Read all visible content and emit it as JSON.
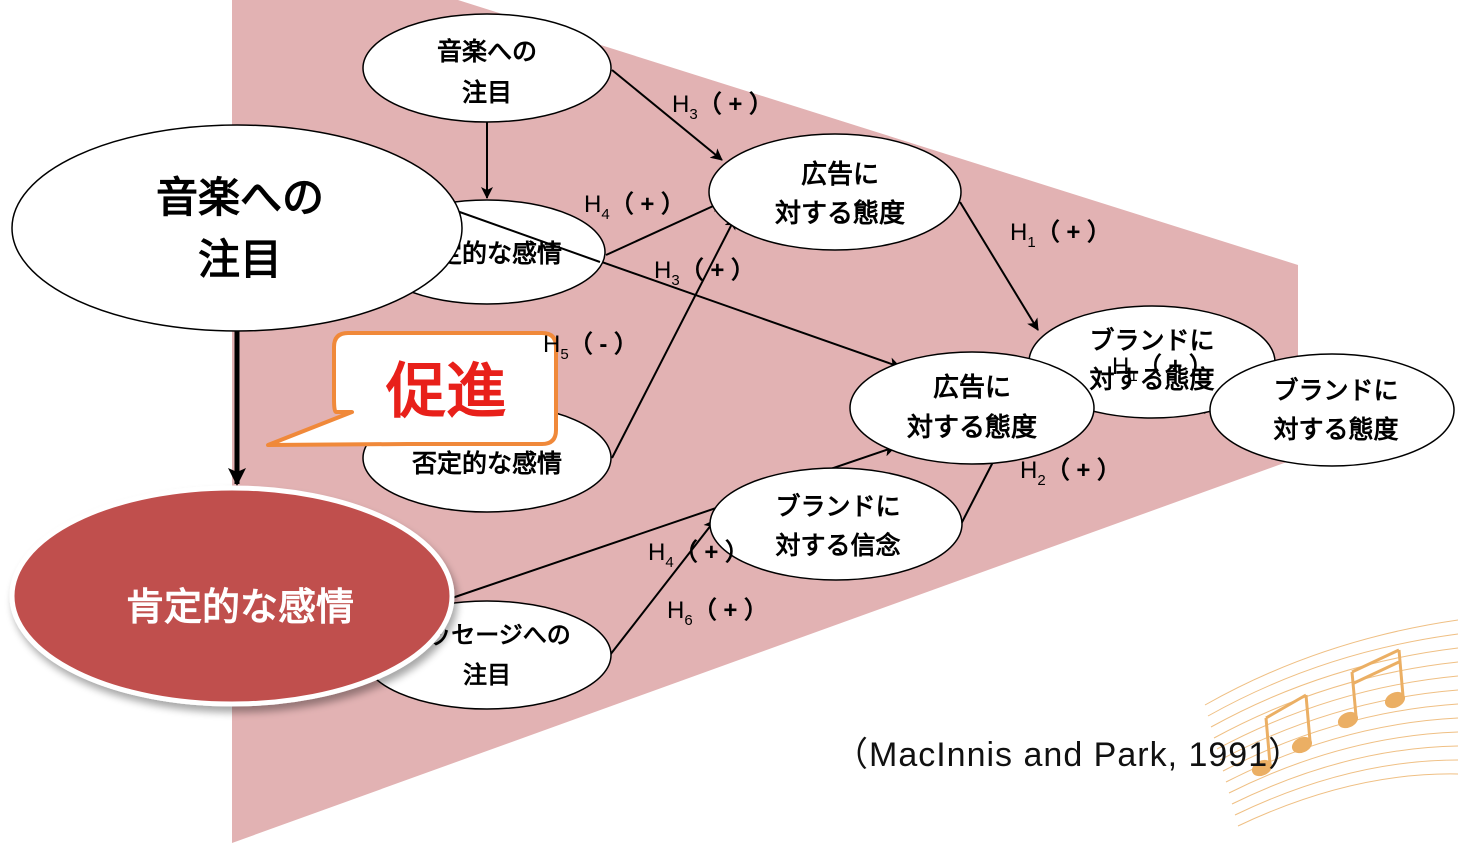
{
  "colors": {
    "background_shape": "#e2b2b3",
    "emphasis_fill": "#c0504d",
    "callout_border": "#f0893a",
    "callout_text": "#e8201a",
    "edge": "#000000",
    "note_ornament": "#e8a24a"
  },
  "nodes": {
    "music_attention_small": [
      "音楽への",
      "注目"
    ],
    "positive_emotion_small": [
      "肯定的な感情"
    ],
    "negative_emotion": [
      "否定的な感情"
    ],
    "ad_attitude_top": [
      "広告に",
      "対する態度"
    ],
    "ad_attitude_mid": [
      "広告に",
      "対する態度"
    ],
    "brand_attitude_back": [
      "ブランドに",
      "対する態度"
    ],
    "brand_attitude": [
      "ブランドに",
      "対する態度"
    ],
    "brand_belief": [
      "ブランドに",
      "対する信念"
    ],
    "message_attention": [
      "メッセージへの",
      "注目"
    ],
    "music_attention_large": [
      "音楽への",
      "注目"
    ],
    "positive_emotion_large": [
      "肯定的な感情"
    ]
  },
  "hypotheses": {
    "h3_top": {
      "base": "H",
      "sub": "3",
      "sign": "（ + ）"
    },
    "h4_top": {
      "base": "H",
      "sub": "4",
      "sign": "（ + ）"
    },
    "h3_mid": {
      "base": "H",
      "sub": "3",
      "sign": "（ + ）"
    },
    "h5": {
      "base": "H",
      "sub": "5",
      "sign": "（ - ）"
    },
    "h1_right": {
      "base": "H",
      "sub": "1",
      "sign": "（ + ）"
    },
    "h1_ghost": {
      "base": "H",
      "sub": "1",
      "sign": "（ + ）"
    },
    "h2": {
      "base": "H",
      "sub": "2",
      "sign": "（ + ）"
    },
    "h4_bottom": {
      "base": "H",
      "sub": "4",
      "sign": "（ + ）"
    },
    "h6": {
      "base": "H",
      "sub": "6",
      "sign": "（ + ）"
    }
  },
  "callout": {
    "text": "促進"
  },
  "citation": {
    "text": "（MacInnis and Park, 1991）"
  }
}
